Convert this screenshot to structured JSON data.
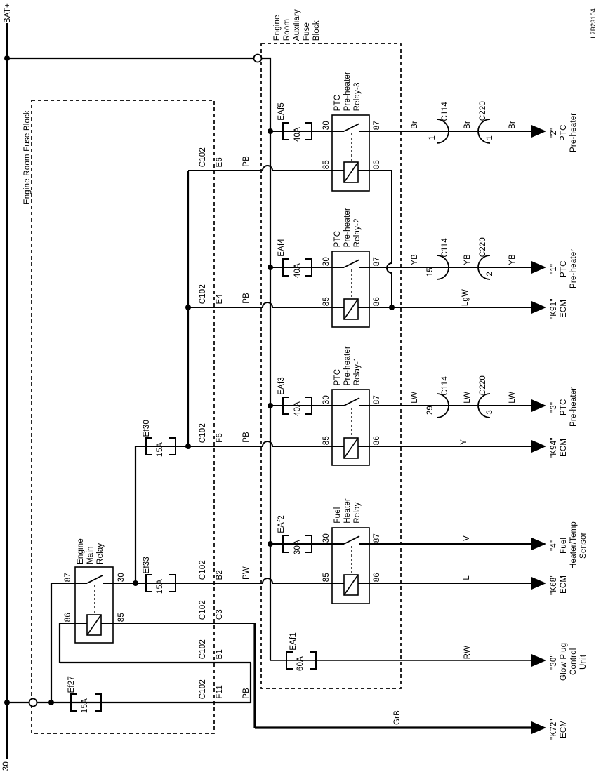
{
  "code": "L7B23104",
  "power": {
    "battery": "BAT+",
    "terminal": "30"
  },
  "blocks": {
    "engine_room": "Engine Room Fuse Block",
    "auxiliary": "Engine\nRoom\nAuxiliary\nFuse\nBlock"
  },
  "relays": {
    "ptc3": {
      "name": "PTC\nPre-heater\nRelay-3",
      "p30": "30",
      "p87": "87",
      "p85": "85",
      "p86": "86"
    },
    "ptc2": {
      "name": "PTC\nPre-heater\nRelay-2",
      "p30": "30",
      "p87": "87",
      "p85": "85",
      "p86": "86"
    },
    "ptc1": {
      "name": "PTC\nPre-heater\nRelay-1",
      "p30": "30",
      "p87": "87",
      "p85": "85",
      "p86": "86"
    },
    "fuel": {
      "name": "Fuel\nHeater\nRelay",
      "p30": "30",
      "p87": "87",
      "p85": "85",
      "p86": "86"
    },
    "main": {
      "name": "Engine\nMain\nRelay",
      "p30": "30",
      "p87": "87",
      "p85": "85",
      "p86": "86"
    }
  },
  "fuses": {
    "eaf5": {
      "name": "EAf5",
      "rating": "40A"
    },
    "eaf4": {
      "name": "EAf4",
      "rating": "40A"
    },
    "eaf3": {
      "name": "EAf3",
      "rating": "40A"
    },
    "eaf2": {
      "name": "EAf2",
      "rating": "30A"
    },
    "eaf1": {
      "name": "EAf1",
      "rating": "60A"
    },
    "ef30": {
      "name": "Ef30",
      "rating": "15A"
    },
    "ef33": {
      "name": "Ef33",
      "rating": "15A"
    },
    "ef27": {
      "name": "Ef27",
      "rating": "15A"
    }
  },
  "c102": {
    "name": "C102",
    "e6": {
      "pin": "E6",
      "color": "PB"
    },
    "e4": {
      "pin": "E4",
      "color": "PB"
    },
    "f6": {
      "pin": "F6",
      "color": "PB"
    },
    "b2": {
      "pin": "B2",
      "color": "PW"
    },
    "c3": {
      "pin": "C3"
    },
    "b1": {
      "pin": "B1"
    },
    "f11": {
      "pin": "F11",
      "color": "PB"
    }
  },
  "inline": {
    "c114": "C114",
    "c220": "C220",
    "row1": {
      "color": "Br",
      "c114_pin": "1",
      "c220_pin": "1"
    },
    "row2": {
      "color": "YB",
      "c114_pin": "15",
      "c220_pin": "2"
    },
    "row3": {
      "color": "LW",
      "c114_pin": "29",
      "c220_pin": "3"
    }
  },
  "wires": {
    "lgw": "LgW",
    "y": "Y",
    "v": "V",
    "l": "L",
    "rw": "RW",
    "grb": "GrB"
  },
  "destinations": {
    "ptc2_unit": "\"2\"\nPTC\nPre-heater",
    "ptc1_unit": "\"1\"\nPTC\nPre-heater",
    "k91": "\"K91\"\nECM",
    "ptc3_unit": "\"3\"\nPTC\nPre-heater",
    "k94": "\"K94\"\nECM",
    "fuel_sensor": "\"4\"\nFuel\nHeater/Temp\nSensor",
    "k68": "\"K68\"\nECM",
    "glow": "\"30\"\nGlow Plug\nControl\nUnit",
    "k72": "\"K72\"\nECM"
  }
}
